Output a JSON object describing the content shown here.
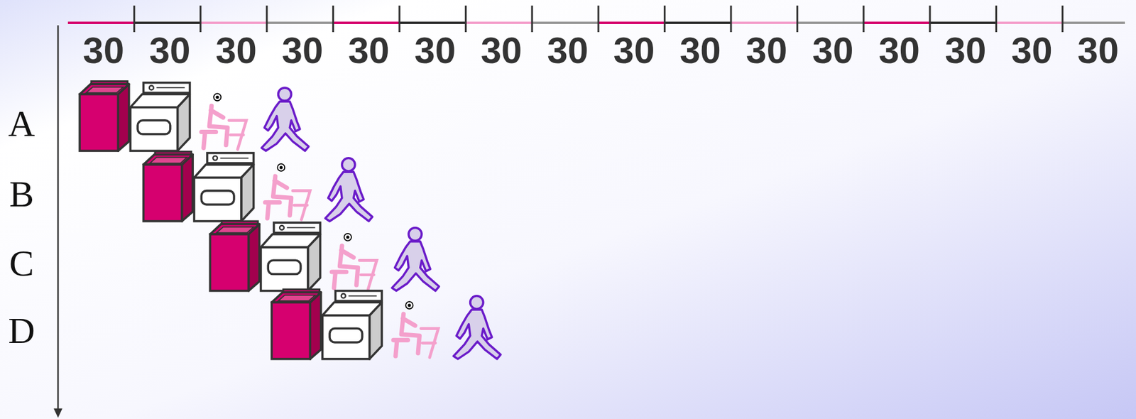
{
  "diagram": {
    "labels": [
      "30",
      "30",
      "30",
      "30",
      "30",
      "30",
      "30",
      "30",
      "30",
      "30",
      "30",
      "30",
      "30",
      "30",
      "30",
      "30",
      "A",
      "B",
      "C",
      "D"
    ]
  }
}
